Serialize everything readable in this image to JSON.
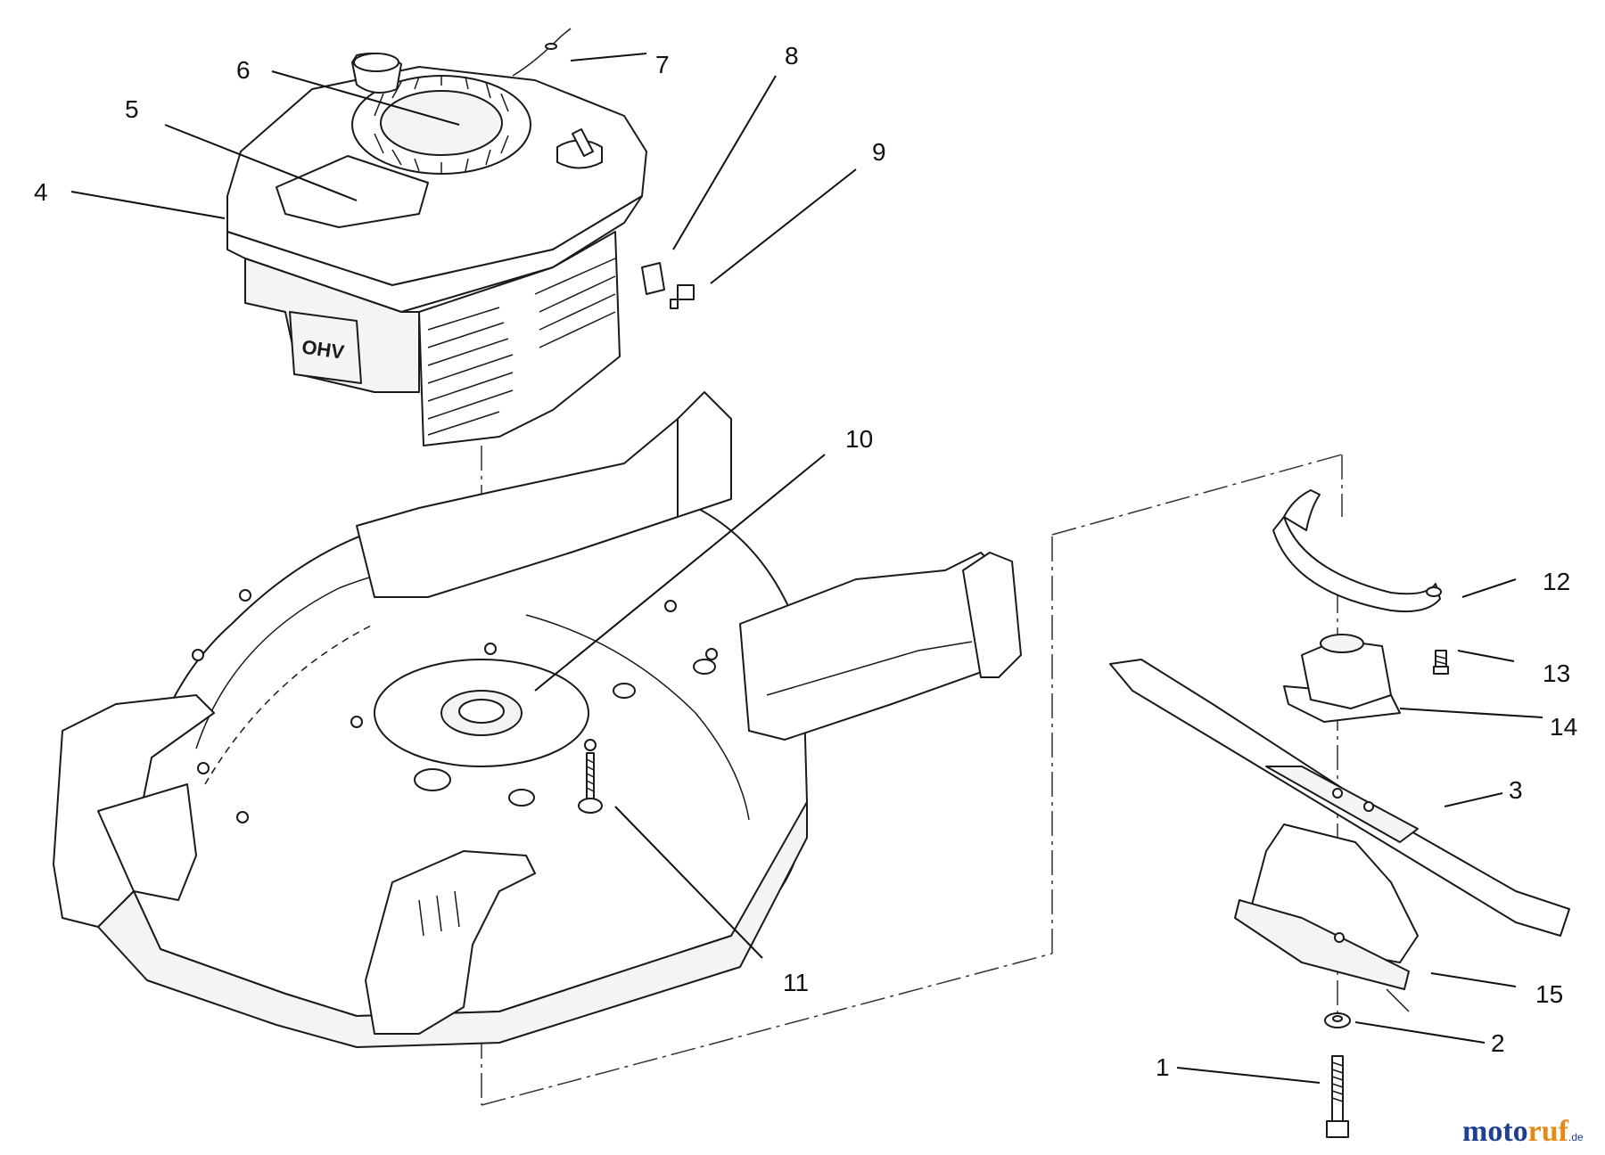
{
  "labels": [
    "1",
    "2",
    "3",
    "4",
    "5",
    "6",
    "7",
    "8",
    "9",
    "10",
    "11",
    "12",
    "13",
    "14",
    "15"
  ],
  "watermark": {
    "part1": "moto",
    "part2": "ruf",
    "suffix": ".de"
  },
  "colors": {
    "ink": "#1a1a1a",
    "watermark_blue": "#1f3f8f",
    "watermark_orange": "#e38a17"
  }
}
